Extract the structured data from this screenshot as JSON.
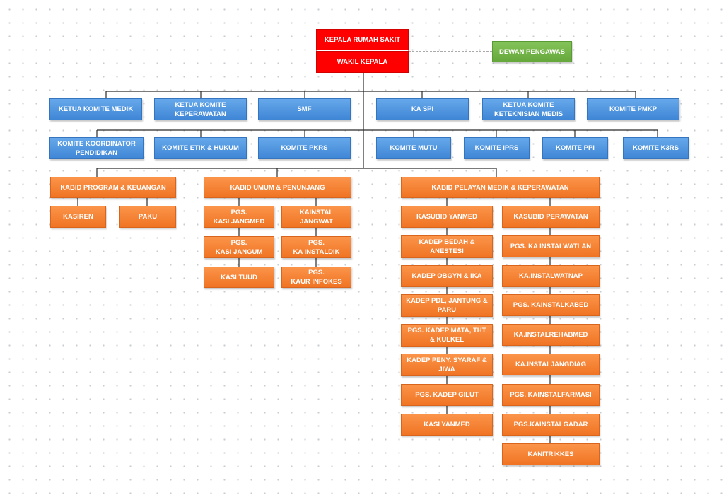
{
  "chart": {
    "head": "KEPALA RUMAH SAKIT",
    "deputy": "WAKIL KEPALA",
    "supervisor": "DEWAN PENGAWAS",
    "row1": [
      "KETUA KOMITE MEDIK",
      "KETUA KOMITE\nKEPERAWATAN",
      "SMF",
      "KA SPI",
      "KETUA KOMITE\nKETEKNISIAN MEDIS",
      "KOMITE PMKP"
    ],
    "row2": [
      "KOMITE KOORDINATOR\nPENDIDIKAN",
      "KOMITE ETIK & HUKUM",
      "KOMITE PKRS",
      "KOMITE MUTU",
      "KOMITE IPRS",
      "KOMITE PPI",
      "KOMITE K3RS"
    ],
    "kabid_program": {
      "title": "KABID PROGRAM  & KEUANGAN",
      "units": [
        "KASIREN",
        "PAKU"
      ]
    },
    "kabid_umum": {
      "title": "KABID UMUM & PENUNJANG",
      "left": [
        "PGS.\nKASI JANGMED",
        "PGS.\nKASI JANGUM",
        "KASI TUUD"
      ],
      "right": [
        "KAINSTAL\nJANGWAT",
        "PGS.\nKA INSTALDIK",
        "PGS.\nKAUR INFOKES"
      ]
    },
    "kabid_pelayanan": {
      "title": "KABID PELAYAN MEDIK & KEPERAWATAN",
      "left": [
        "KASUBID YANMED",
        "KADEP BEDAH &\nANESTESI",
        "KADEP OBGYN & IKA",
        "KADEP PDL, JANTUNG &\nPARU",
        "PGS. KADEP MATA, THT\n& KULKEL",
        "KADEP PENY. SYARAF &\nJIWA",
        "PGS. KADEP GILUT",
        "KASI YANMED"
      ],
      "right": [
        "KASUBID PERAWATAN",
        "PGS. KA INSTALWATLAN",
        "KA.INSTALWATNAP",
        "PGS. KAINSTALKABED",
        "KA.INSTALREHABMED",
        "KA.INSTALJANGDIAG",
        "PGS. KAINSTALFARMASI",
        "PGS.KAINSTALGADAR",
        "KANITRIKKES"
      ]
    }
  }
}
